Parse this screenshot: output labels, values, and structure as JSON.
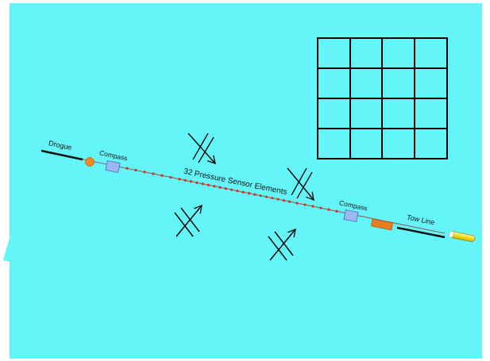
{
  "diagram": {
    "labels": [
      "Drogue",
      "Compass",
      "32 Pressure Sensor Elements",
      "Compass",
      "Tow Line"
    ]
  }
}
